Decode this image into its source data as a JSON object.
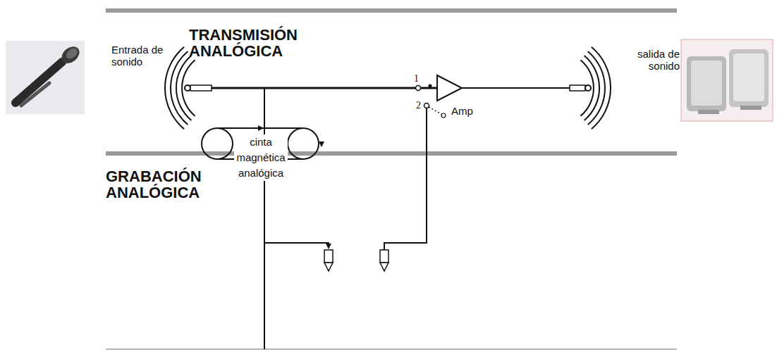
{
  "diagram": {
    "nodes": [
      {
        "text": [
          "TRANSMISIÓN ANALÓGICA"
        ]
      },
      {
        "text": [
          "GRABACIÓN ANALÓGICA"
        ]
      },
      {
        "text": [
          "cinta magnética analógica"
        ],
        "in": 1
      }
    ],
    "labels": [
      "Entrada de sonido",
      "salida de sonido",
      "1",
      "2",
      "Amp"
    ]
  }
}
